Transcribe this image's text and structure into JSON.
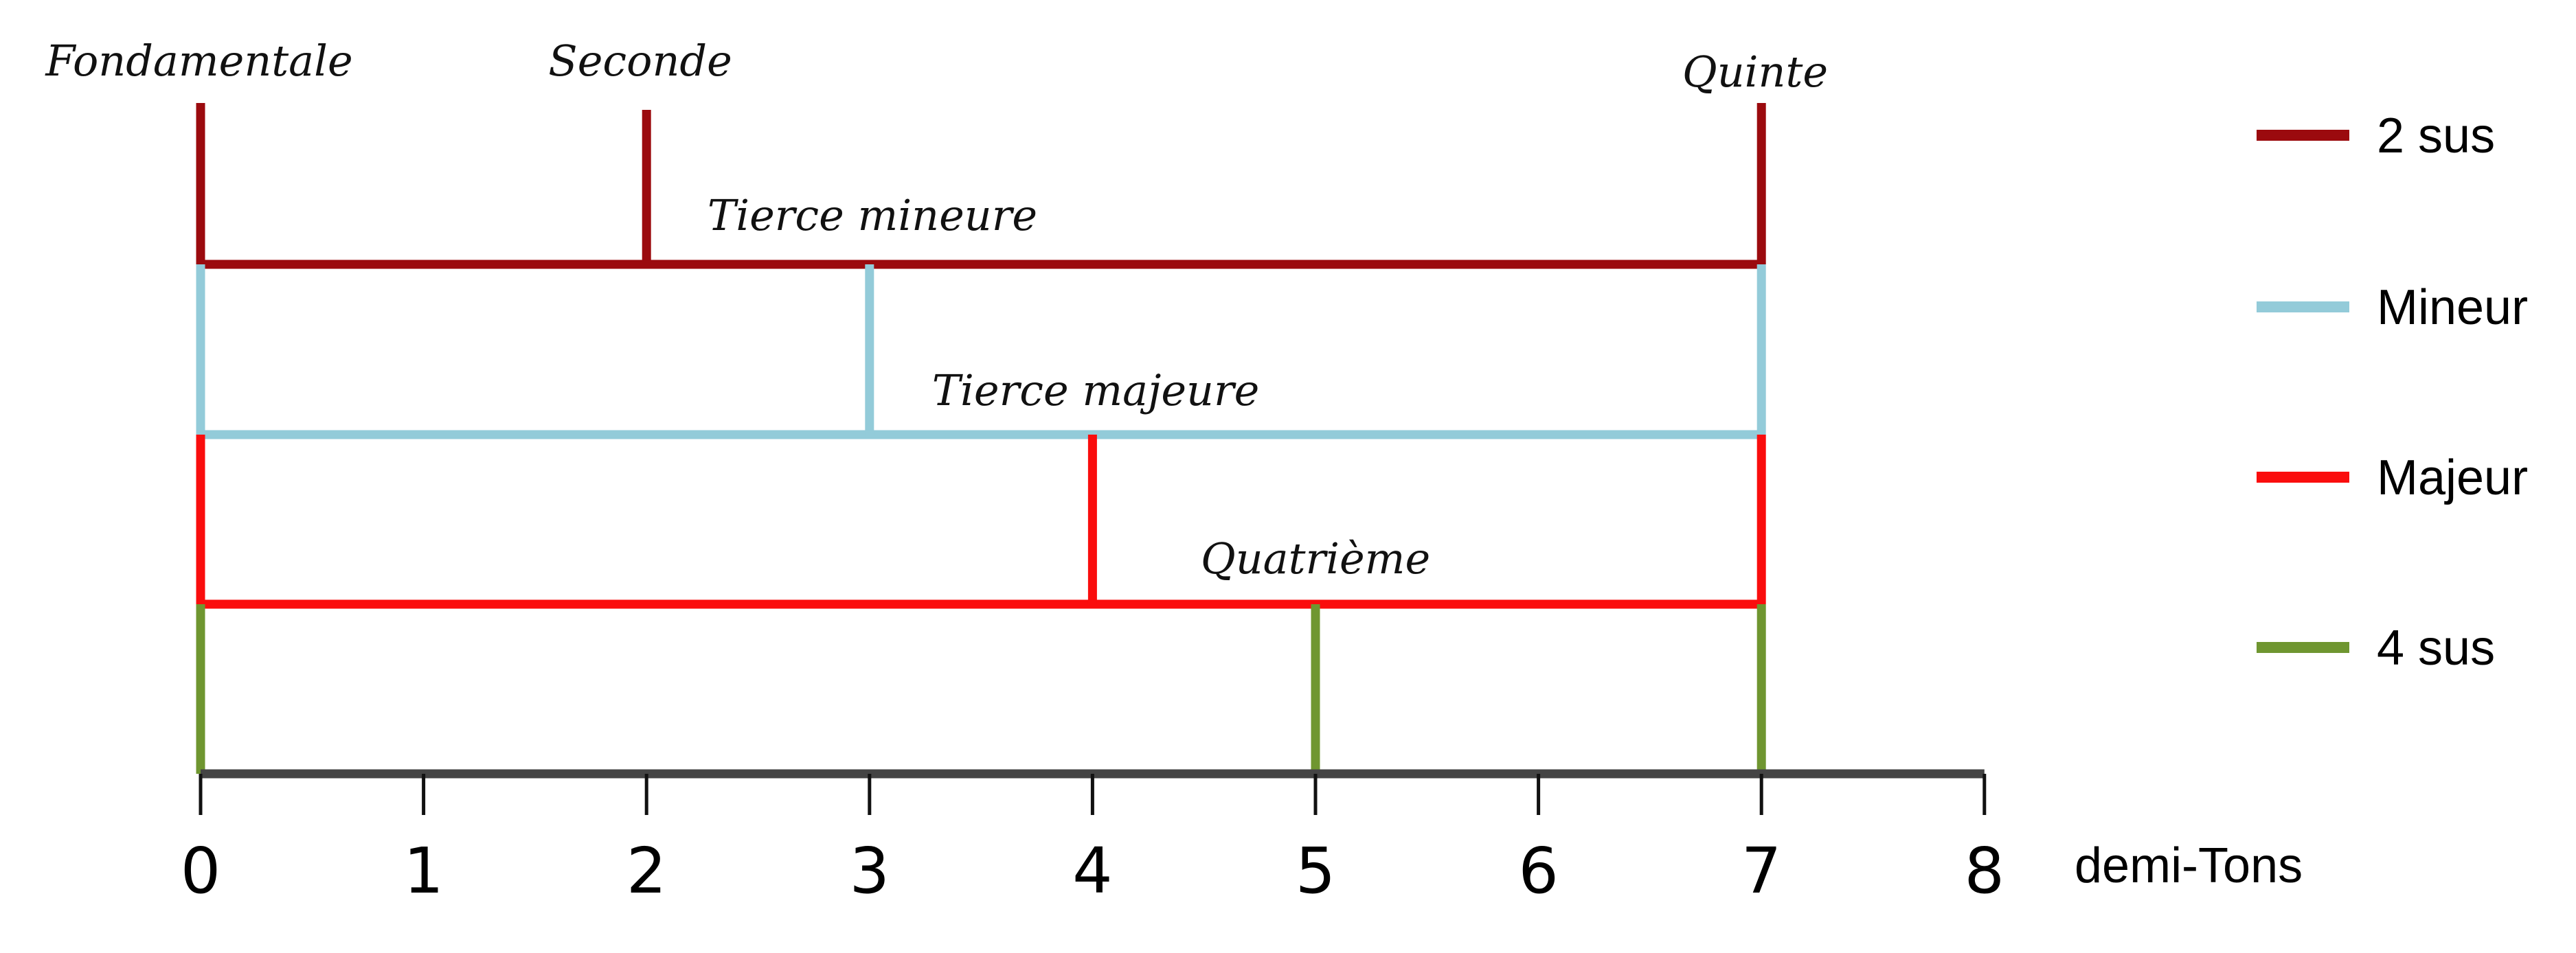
{
  "chart_data": {
    "type": "diagram",
    "x_label": "demi-Tons",
    "ticks": [
      "0",
      "1",
      "2",
      "3",
      "4",
      "5",
      "6",
      "7",
      "8"
    ],
    "x_range": [
      0,
      8
    ],
    "interval_labels": {
      "fondamentale": "Fondamentale",
      "seconde": "Seconde",
      "quinte": "Quinte",
      "tierce_mineure": "Tierce mineure",
      "tierce_majeure": "Tierce majeure",
      "quatrieme": "Quatrième"
    },
    "chords": [
      {
        "name": "2 sus",
        "color": "#9b0a0e",
        "notes": [
          0,
          2,
          7
        ]
      },
      {
        "name": "Mineur",
        "color": "#93cbd9",
        "notes": [
          0,
          3,
          7
        ]
      },
      {
        "name": "Majeur",
        "color": "#fa0d0d",
        "notes": [
          0,
          4,
          7
        ]
      },
      {
        "name": "4 sus",
        "color": "#6f9630",
        "notes": [
          0,
          5,
          7
        ]
      }
    ],
    "axis_color": "#444444"
  }
}
